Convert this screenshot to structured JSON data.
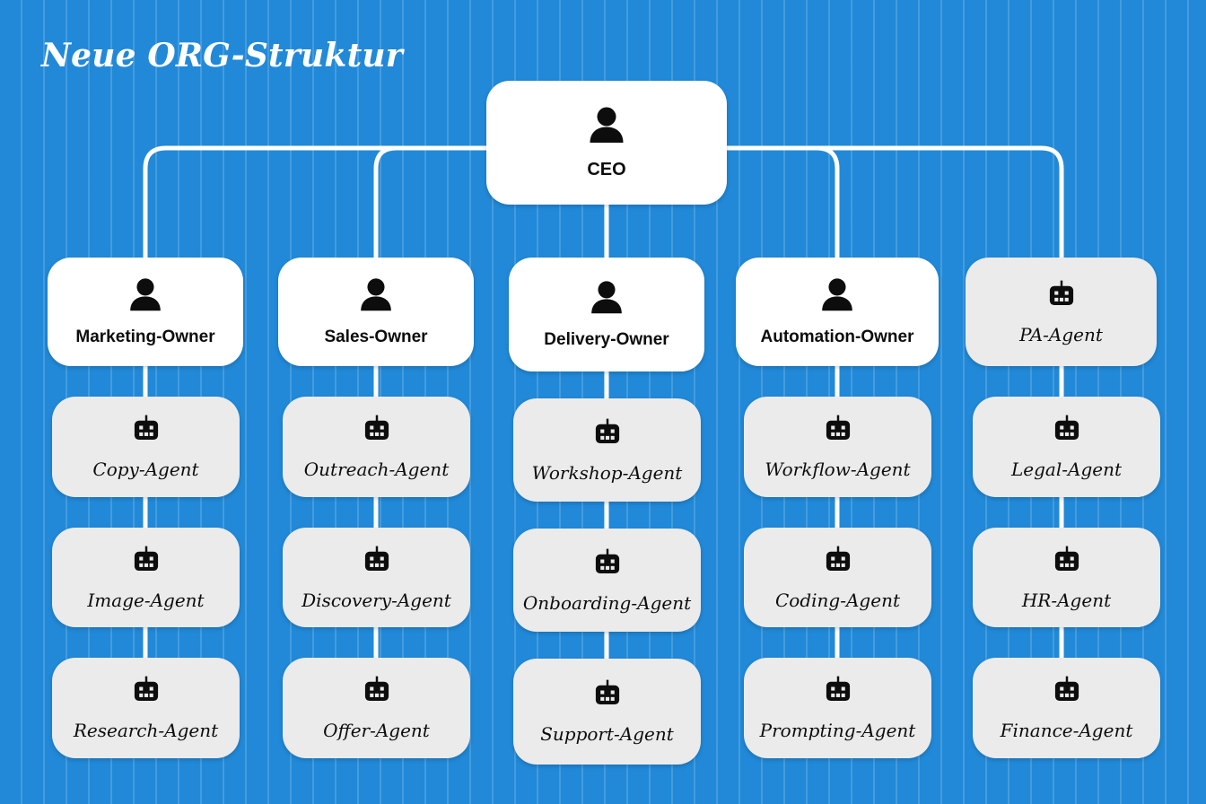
{
  "page": {
    "title": "Neue ORG-Struktur",
    "background_color": "#2189d8",
    "stripe_color": "#4ea3e0",
    "person_card_color": "#ffffff",
    "agent_card_color": "#ebebeb",
    "connector_color": "#ffffff",
    "title_color": "#ffffff",
    "label_color": "#0d0d0d"
  },
  "root": {
    "label": "CEO",
    "icon": "person-icon",
    "type": "person"
  },
  "columns": [
    {
      "owner": {
        "label": "Marketing-Owner",
        "icon": "person-icon",
        "type": "person"
      },
      "agents": [
        {
          "label": "Copy-Agent",
          "icon": "robot-icon",
          "type": "agent"
        },
        {
          "label": "Image-Agent",
          "icon": "robot-icon",
          "type": "agent"
        },
        {
          "label": "Research-Agent",
          "icon": "robot-icon",
          "type": "agent"
        }
      ]
    },
    {
      "owner": {
        "label": "Sales-Owner",
        "icon": "person-icon",
        "type": "person"
      },
      "agents": [
        {
          "label": "Outreach-Agent",
          "icon": "robot-icon",
          "type": "agent"
        },
        {
          "label": "Discovery-Agent",
          "icon": "robot-icon",
          "type": "agent"
        },
        {
          "label": "Offer-Agent",
          "icon": "robot-icon",
          "type": "agent"
        }
      ]
    },
    {
      "owner": {
        "label": "Delivery-Owner",
        "icon": "person-icon",
        "type": "person"
      },
      "agents": [
        {
          "label": "Workshop-Agent",
          "icon": "robot-icon",
          "type": "agent"
        },
        {
          "label": "Onboarding-Agent",
          "icon": "robot-icon",
          "type": "agent"
        },
        {
          "label": "Support-Agent",
          "icon": "robot-icon",
          "type": "agent"
        }
      ]
    },
    {
      "owner": {
        "label": "Automation-Owner",
        "icon": "person-icon",
        "type": "person"
      },
      "agents": [
        {
          "label": "Workflow-Agent",
          "icon": "robot-icon",
          "type": "agent"
        },
        {
          "label": "Coding-Agent",
          "icon": "robot-icon",
          "type": "agent"
        },
        {
          "label": "Prompting-Agent",
          "icon": "robot-icon",
          "type": "agent"
        }
      ]
    },
    {
      "owner": {
        "label": "PA-Agent",
        "icon": "robot-icon",
        "type": "agent"
      },
      "agents": [
        {
          "label": "Legal-Agent",
          "icon": "robot-icon",
          "type": "agent"
        },
        {
          "label": "HR-Agent",
          "icon": "robot-icon",
          "type": "agent"
        },
        {
          "label": "Finance-Agent",
          "icon": "robot-icon",
          "type": "agent"
        }
      ]
    }
  ]
}
